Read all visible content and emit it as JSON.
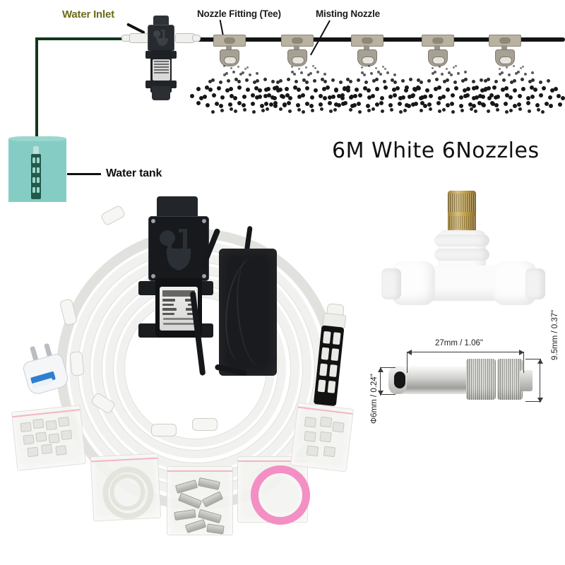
{
  "product": {
    "title": "6M White 6Nozzles"
  },
  "diagram": {
    "labels": {
      "water_inlet": "Water Inlet",
      "nozzle_fitting": "Nozzle Fitting (Tee)",
      "misting_nozzle": "Misting Nozzle",
      "water_tank": "Water tank"
    },
    "colors": {
      "water_inlet_text": "#6b6b18",
      "label_text": "#1b1b1b",
      "feed_line": "#11381b",
      "main_hose": "#141414",
      "tank_water": "#85cdc4",
      "tee_fitting": "#b9b2a2",
      "nozzle": "#a7a095"
    },
    "nozzle_count": 5
  },
  "kit_photo": {
    "items": [
      "coiled-white-hose",
      "diaphragm-pump",
      "power-adapter",
      "eu-power-plug",
      "inline-filter-strainer",
      "tee-fittings-bag",
      "clear-tubing-bag",
      "metal-nozzles-bag",
      "pink-tape-roll-bag",
      "extra-fittings-bag"
    ],
    "colors": {
      "hose": "#f1f1ef",
      "pump_body": "#17191c",
      "adapter": "#191b1e",
      "plug_label": "#2f7fd1",
      "tape": "#f48fc4",
      "bag_seal": "#f3a9b8"
    }
  },
  "tee_shot": {
    "name": "Nozzle Fitting (Tee)",
    "colors": {
      "brass": "#c3a55c",
      "plastic": "#fbfbfb"
    }
  },
  "nozzle_shot": {
    "dimensions": {
      "length": "27mm / 1.06\"",
      "diameter": "Φ6mm / 0.24\"",
      "thread": "9.5mm / 0.37\""
    },
    "colors": {
      "metal": "#cfcfcc",
      "dim_line": "#3a3a3a"
    }
  }
}
